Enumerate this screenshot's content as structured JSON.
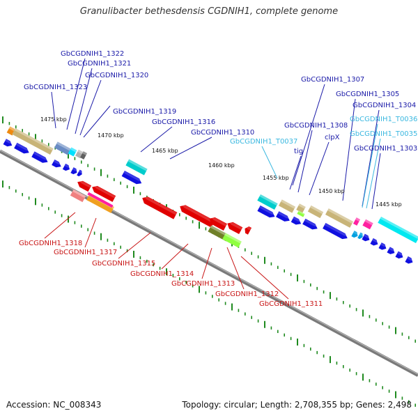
{
  "title": "Granulibacter bethesdensis CGDNIH1, complete genome",
  "footer": {
    "accession": "Accession: NC_008343",
    "summary": "Topology: circular; Length: 2,708,355 bp; Genes: 2,498"
  },
  "colors": {
    "backbone": "#7a7a7a",
    "tick": "#1e8a1e",
    "label_forward": "#1a1aa8",
    "label_trna": "#3ab8e0",
    "label_reverse": "#c81414",
    "gene_forward": "#1010e0",
    "gene_reverse": "#e00000"
  },
  "scale_labels": [
    "1475 kbp",
    "1470 kbp",
    "1465 kbp",
    "1460 kbp",
    "1455 kbp",
    "1450 kbp",
    "1445 kbp"
  ],
  "gene_labels_forward": [
    "GbCGDNIH1_1322",
    "GbCGDNIH1_1321",
    "GbCGDNIH1_1320",
    "GbCGDNIH1_1323",
    "GbCGDNIH1_1319",
    "GbCGDNIH1_1316",
    "GbCGDNIH1_1310",
    "GbCGDNIH1_1307",
    "GbCGDNIH1_1305",
    "GbCGDNIH1_1304",
    "GbCGDNIH1_1308",
    "clpX",
    "tig",
    "GbCGDNIH1_1303"
  ],
  "gene_labels_trna": [
    "GbCGDNIH1_T0037",
    "GbCGDNIH1_T0036",
    "GbCGDNIH1_T0035"
  ],
  "gene_labels_reverse": [
    "GbCGDNIH1_1318",
    "GbCGDNIH1_1317",
    "GbCGDNIH1_1315",
    "GbCGDNIH1_1314",
    "GbCGDNIH1_1313",
    "GbCGDNIH1_1312",
    "GbCGDNIH1_1311"
  ]
}
